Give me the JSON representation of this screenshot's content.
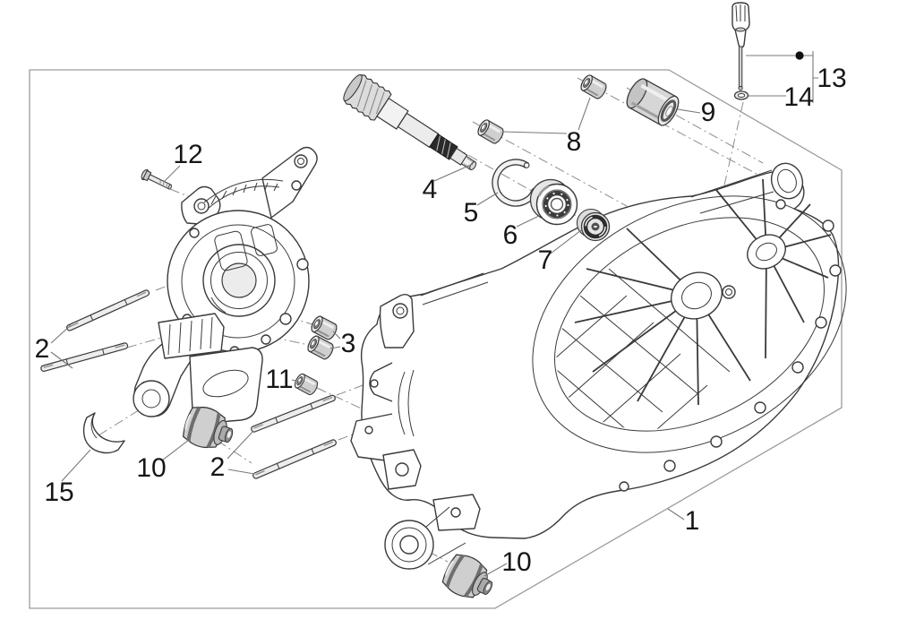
{
  "diagram": {
    "type": "exploded-parts-diagram",
    "subject": "engine-crankcase-exploded-view",
    "background": "#ffffff",
    "colors": {
      "line": "#3a3a3a",
      "label": "#161616",
      "leader": "#787878",
      "frame": "#9c9c9c",
      "centerline": "#8c8c8c",
      "shade_light": "#ececec",
      "shade_mid": "#cfcfcf",
      "shade_dark": "#2a2a2a"
    },
    "callouts": [
      {
        "label": "1",
        "part": "crankcase-assembly"
      },
      {
        "label": "2",
        "part": "stud-upper-pair"
      },
      {
        "label": "2",
        "part": "stud-lower-pair"
      },
      {
        "label": "3",
        "part": "dowel-bushing-pair"
      },
      {
        "label": "4",
        "part": "drive-shaft-with-gear"
      },
      {
        "label": "5",
        "part": "circlip"
      },
      {
        "label": "6",
        "part": "ball-bearing"
      },
      {
        "label": "7",
        "part": "oil-seal"
      },
      {
        "label": "8",
        "part": "spacer-bushing-pair"
      },
      {
        "label": "9",
        "part": "large-bushing"
      },
      {
        "label": "10",
        "part": "silent-block-front"
      },
      {
        "label": "10",
        "part": "silent-block-rear"
      },
      {
        "label": "11",
        "part": "small-bushing"
      },
      {
        "label": "12",
        "part": "flange-bolt"
      },
      {
        "label": "13",
        "part": "oil-dipstick-assembly"
      },
      {
        "label": "14",
        "part": "o-ring"
      },
      {
        "label": "15",
        "part": "half-shell"
      }
    ]
  }
}
